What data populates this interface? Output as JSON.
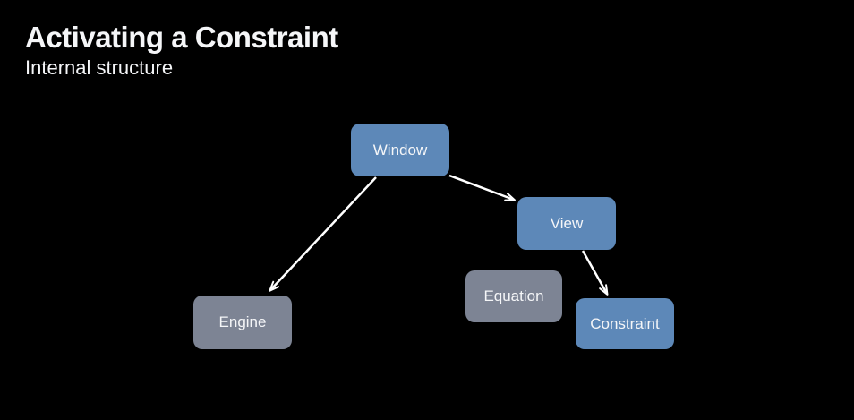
{
  "slide": {
    "title": "Activating a Constraint",
    "subtitle": "Internal structure"
  },
  "colors": {
    "background": "#000000",
    "node_blue": "#5d88b8",
    "node_gray": "#7d8494",
    "text": "#f5f6f8",
    "arrow": "#ffffff"
  },
  "diagram": {
    "nodes": [
      {
        "id": "window",
        "label": "Window",
        "color": "blue"
      },
      {
        "id": "view",
        "label": "View",
        "color": "blue"
      },
      {
        "id": "engine",
        "label": "Engine",
        "color": "gray"
      },
      {
        "id": "equation",
        "label": "Equation",
        "color": "gray"
      },
      {
        "id": "constraint",
        "label": "Constraint",
        "color": "blue"
      }
    ],
    "edges": [
      {
        "from": "window",
        "to": "engine"
      },
      {
        "from": "window",
        "to": "view"
      },
      {
        "from": "view",
        "to": "constraint"
      }
    ]
  }
}
